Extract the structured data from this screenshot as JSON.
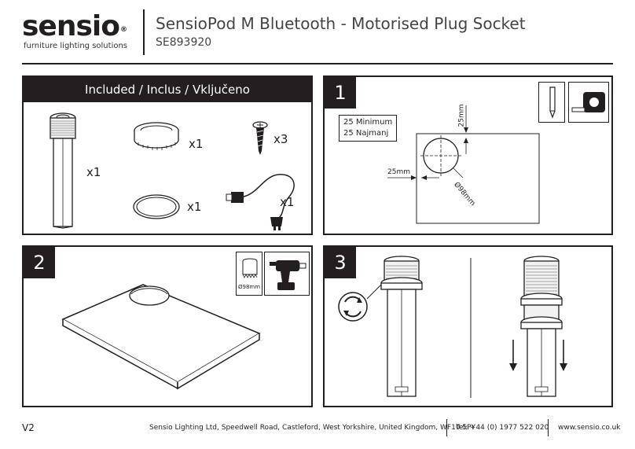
{
  "header": {
    "brand": "sensio",
    "brand_mark": "®",
    "tagline": "furniture lighting solutions",
    "title": "SensioPod M Bluetooth - Motorised Plug Socket",
    "code": "SE893920"
  },
  "included": {
    "heading": "Included / Inclus / Vključeno",
    "items": [
      {
        "name": "pod-unit",
        "qty": "x1"
      },
      {
        "name": "locking-ring",
        "qty": "x1"
      },
      {
        "name": "screws",
        "qty": "x3"
      },
      {
        "name": "gasket-ring",
        "qty": "x1"
      },
      {
        "name": "power-cable",
        "qty": "x1"
      }
    ]
  },
  "step1": {
    "number": "1",
    "minimum_line1": "25 Minimum",
    "minimum_line2": "25 Najmanj",
    "dim_top": "25mm",
    "dim_left": "25mm",
    "dim_diameter": "Ø98mm",
    "tools": [
      "pencil-icon",
      "tape-measure-icon"
    ]
  },
  "step2": {
    "number": "2",
    "hole_saw_label": "Ø98mm",
    "tools": [
      "hole-saw-icon",
      "drill-icon"
    ]
  },
  "step3": {
    "number": "3",
    "icons": [
      "rotate-icon",
      "arrow-down-icon"
    ]
  },
  "footer": {
    "version": "V2",
    "address": "Sensio Lighting Ltd, Speedwell Road, Castleford, West Yorkshire, United Kingdom, WF10 5PY",
    "tel": "Tel: +44 (0) 1977 522 020",
    "web": "www.sensio.co.uk"
  }
}
